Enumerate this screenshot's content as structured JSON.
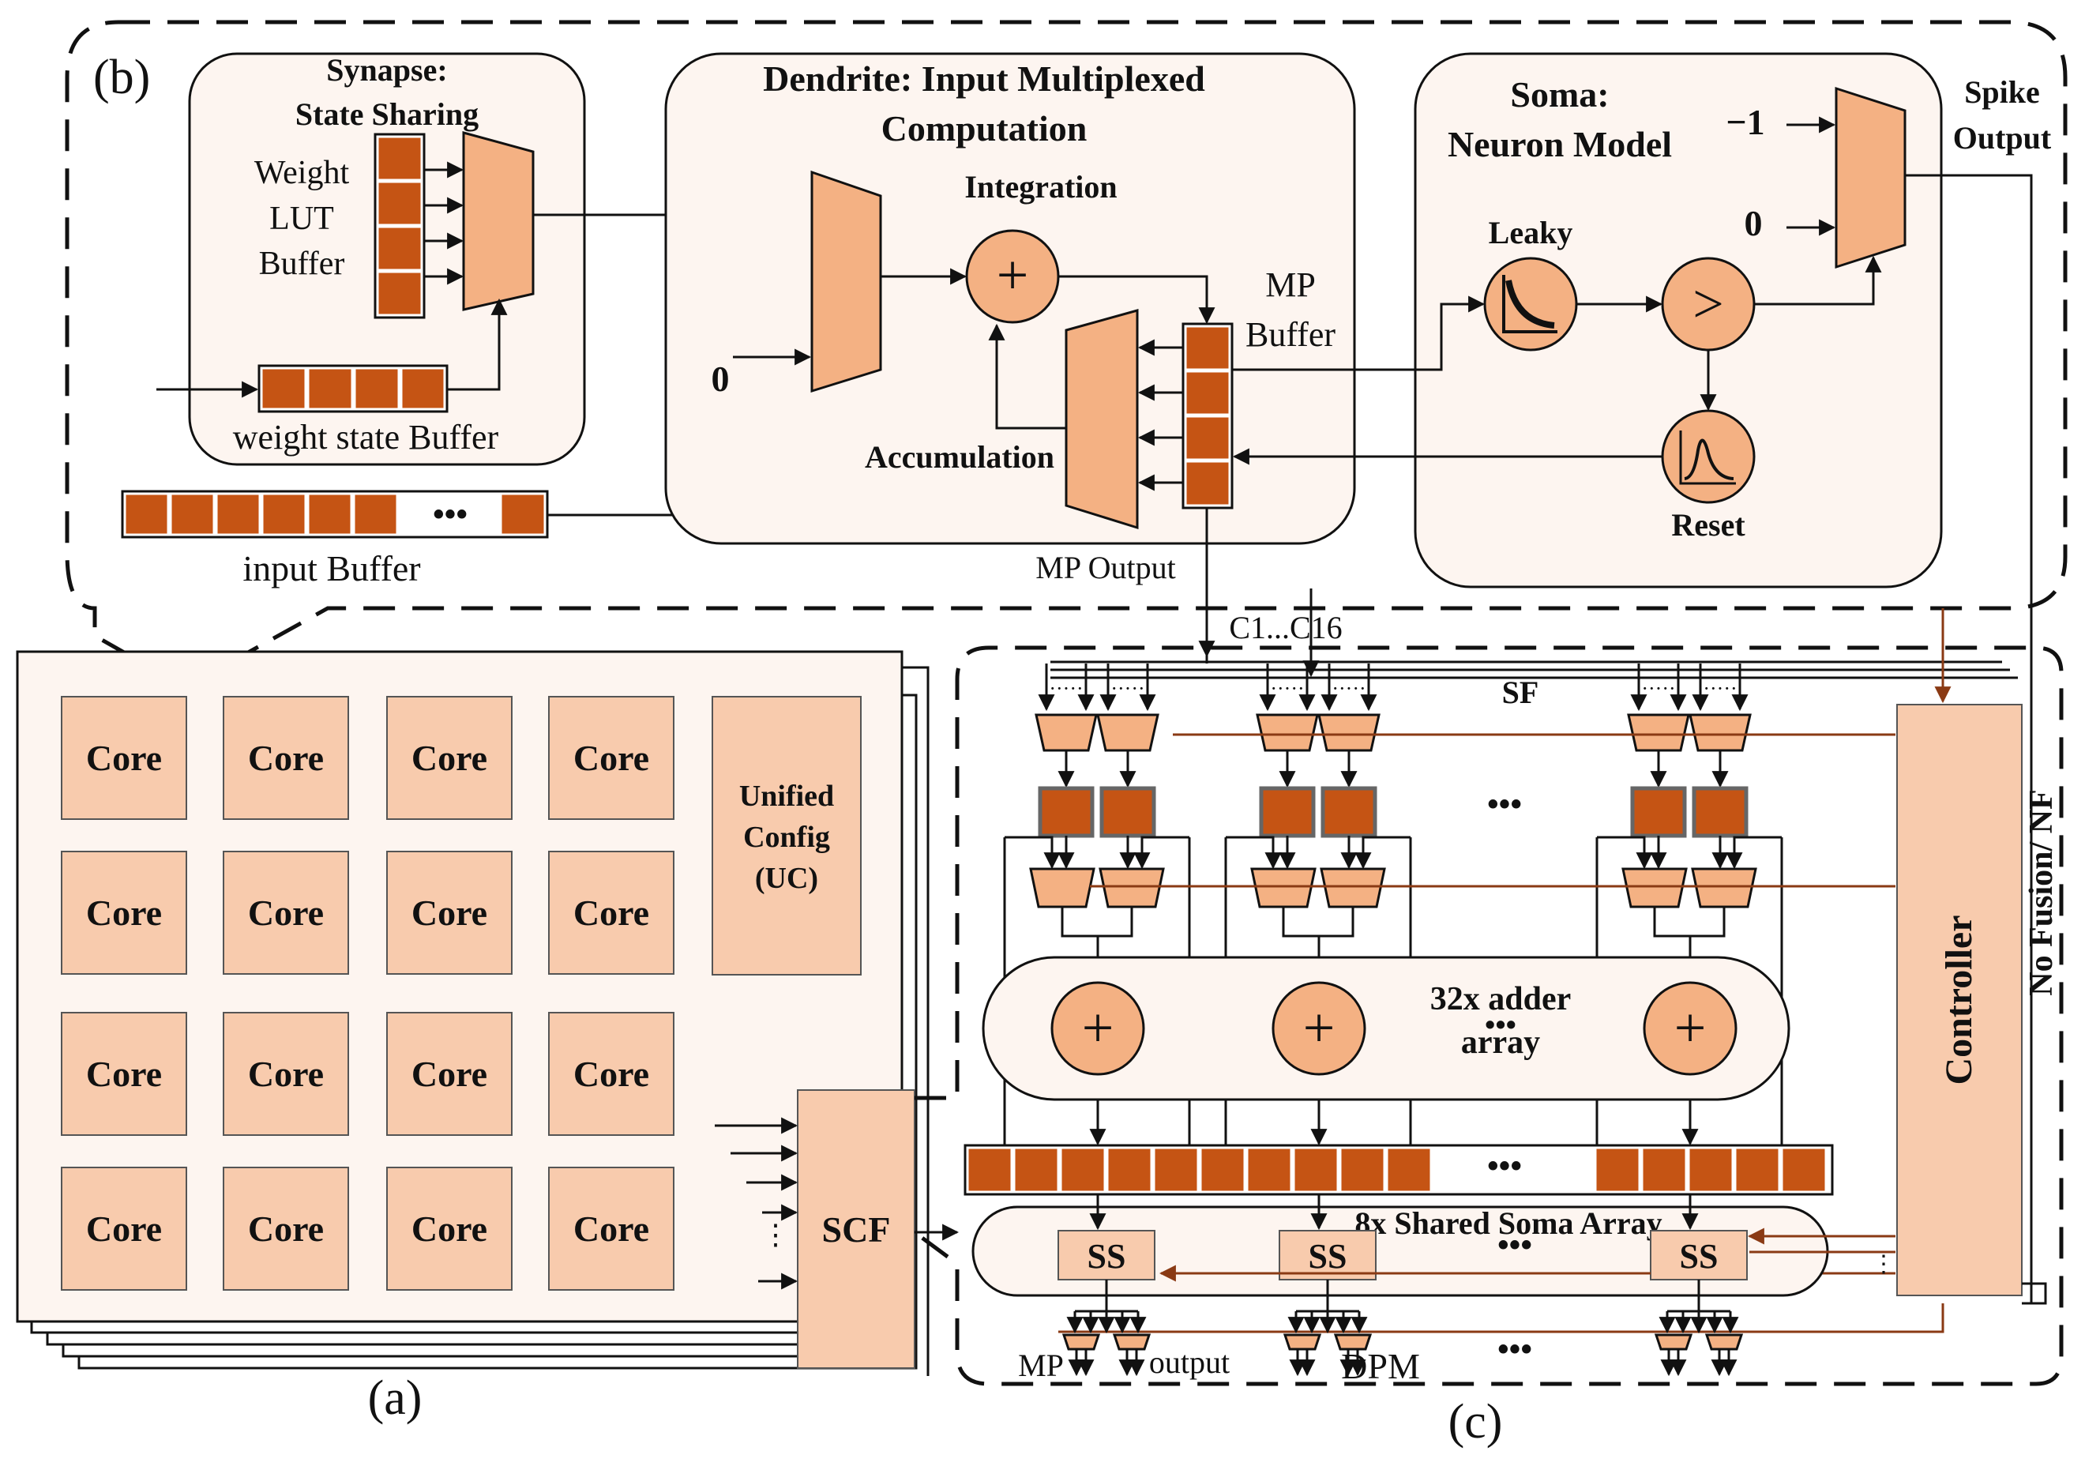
{
  "panel_labels": {
    "b": "(b)",
    "a": "(a)",
    "c": "(c)"
  },
  "synapse": {
    "title_1": "Synapse:",
    "title_2": "State Sharing",
    "lut_1": "Weight",
    "lut_2": "LUT",
    "lut_3": "Buffer",
    "state_buffer": "weight state Buffer"
  },
  "input_buffer": {
    "label": "input Buffer",
    "ellipsis": "•••"
  },
  "dendrite": {
    "title_1": "Dendrite: Input Multiplexed",
    "title_2": "Computation",
    "integration": "Integration",
    "accumulation": "Accumulation",
    "zero": "0",
    "plus": "+",
    "mp_buffer_1": "MP",
    "mp_buffer_2": "Buffer",
    "mp_output": "MP Output"
  },
  "soma": {
    "title_1": "Soma:",
    "title_2": "Neuron Model",
    "leaky": "Leaky",
    "reset": "Reset",
    "compare": ">",
    "minus_one": "−1",
    "zero": "0",
    "spike_1": "Spike",
    "spike_2": "Output"
  },
  "cores": {
    "label": "Core",
    "uc_1": "Unified",
    "uc_2": "Config",
    "uc_3": "(UC)",
    "scf": "SCF"
  },
  "fabric": {
    "channels": "C1...C16",
    "sf": "SF",
    "adder_1": "32x adder",
    "adder_2": "array",
    "soma_array": "8x Shared Soma Array",
    "ss": "SS",
    "controller": "Controller",
    "no_fusion": "No Fusion/ NF",
    "mp_out_1": "MP",
    "mp_out_2": "output",
    "dpm": "DPM",
    "dots": "•••",
    "plus": "+"
  },
  "colors": {
    "buffer_cell": "#c55414",
    "mux_fill": "#f4b183",
    "core_fill": "#f8cbad",
    "panel_fill": "#fdf5f0",
    "brown_wire": "#8a3a14"
  }
}
